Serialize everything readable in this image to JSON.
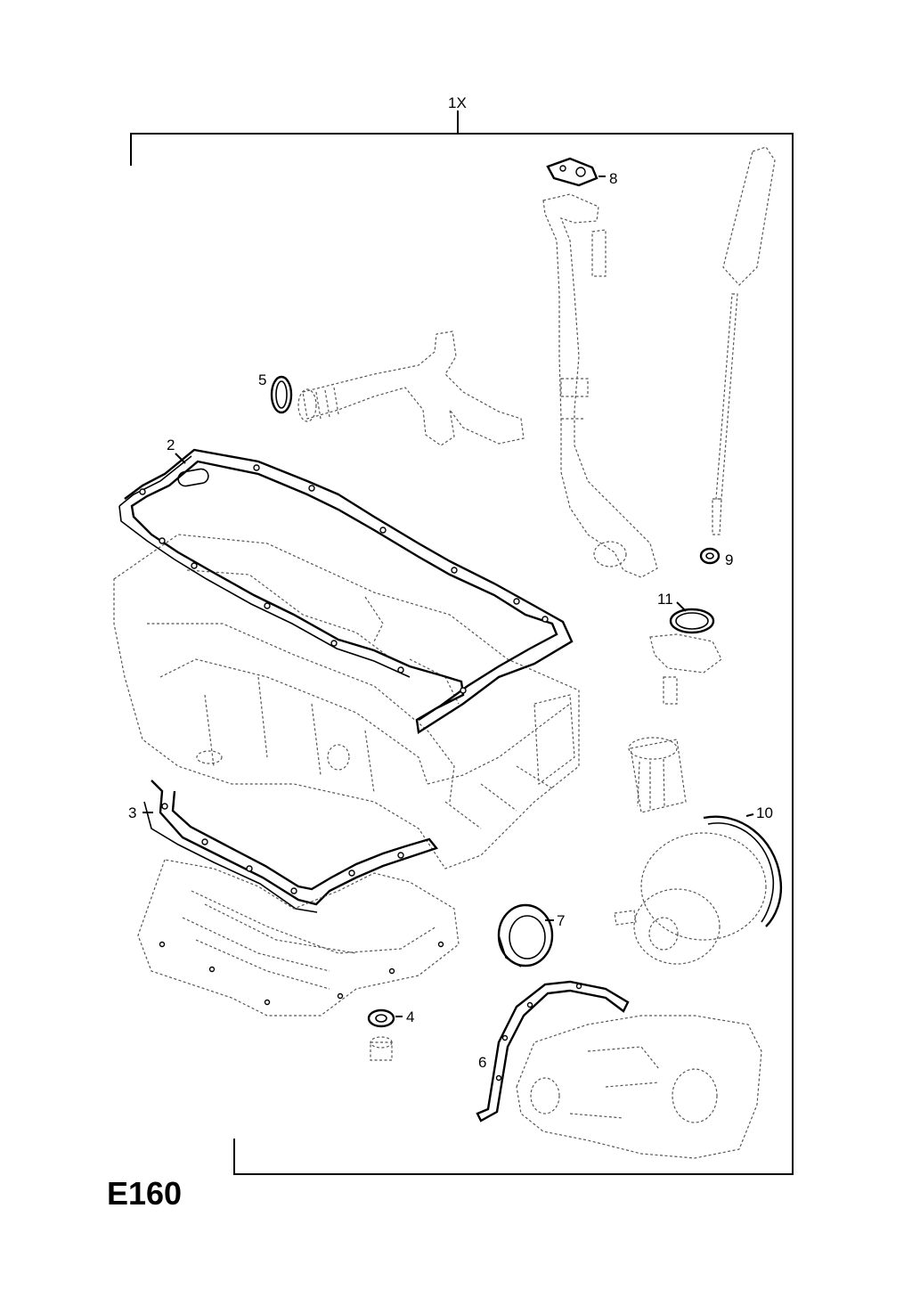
{
  "diagram": {
    "code": "E160",
    "kit_label": "1X",
    "callouts": [
      {
        "id": "2",
        "text": "2"
      },
      {
        "id": "3",
        "text": "3"
      },
      {
        "id": "4",
        "text": "4"
      },
      {
        "id": "5",
        "text": "5"
      },
      {
        "id": "6",
        "text": "6"
      },
      {
        "id": "7",
        "text": "7"
      },
      {
        "id": "8",
        "text": "8"
      },
      {
        "id": "9",
        "text": "9"
      },
      {
        "id": "10",
        "text": "10"
      },
      {
        "id": "11",
        "text": "11"
      }
    ]
  }
}
